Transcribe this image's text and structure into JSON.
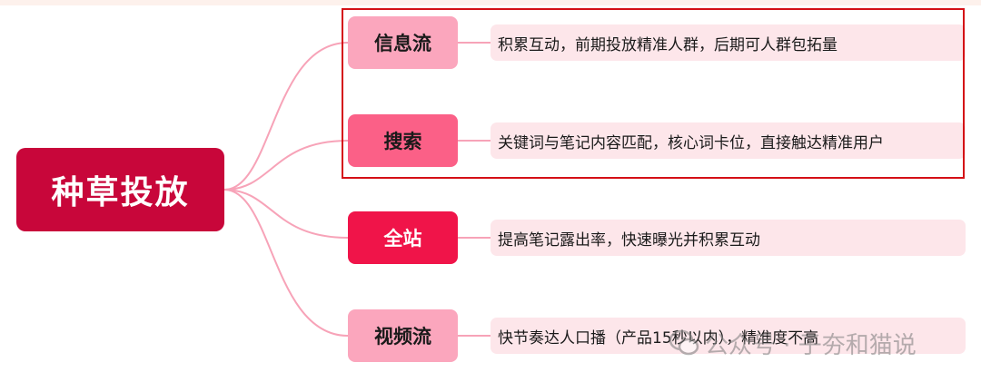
{
  "root": {
    "label": "种草投放",
    "color": "#c8063a"
  },
  "branches": [
    {
      "label": "信息流",
      "bg": "#fba6bd",
      "fg": "#1a1a1a",
      "desc": "积累互动，前期投放精准人群，后期可人群包拓量"
    },
    {
      "label": "搜索",
      "bg": "#fb6087",
      "fg": "#1a1a1a",
      "desc": "关键词与笔记内容匹配，核心词卡位，直接触达精准用户"
    },
    {
      "label": "全站",
      "bg": "#f01449",
      "fg": "#ffffff",
      "desc": "提高笔记露出率，快速曝光并积累互动"
    },
    {
      "label": "视频流",
      "bg": "#fba6bd",
      "fg": "#1a1a1a",
      "desc": "快节奏达人口播（产品15秒以内），精准度不高"
    }
  ],
  "watermark": {
    "text": "公众号 · 子夯和猫说"
  },
  "colors": {
    "connector": "#f7a3b8",
    "leaf_bg": "#fde6ea",
    "highlight": "#d41016"
  }
}
